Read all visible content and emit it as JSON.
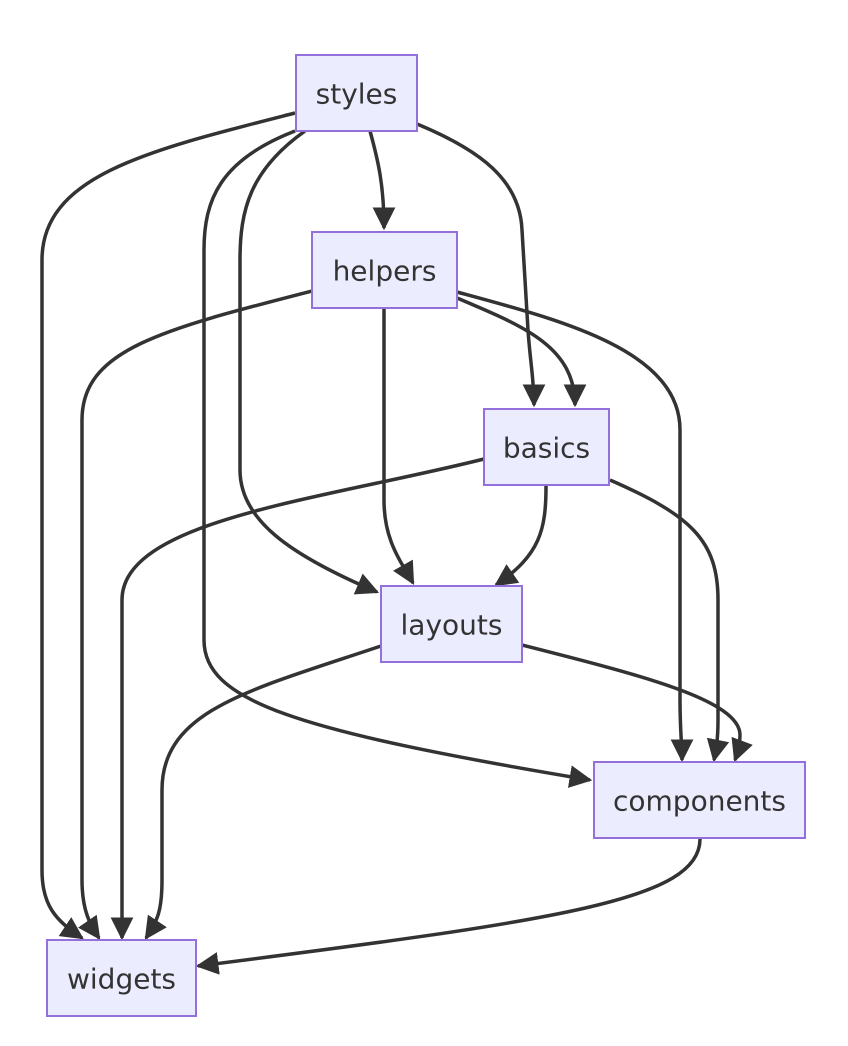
{
  "colors": {
    "node_fill": "#ececff",
    "node_border": "#9370db",
    "edge": "#333333",
    "text": "#333333",
    "background": "#ffffff"
  },
  "nodes": {
    "styles": "styles",
    "helpers": "helpers",
    "basics": "basics",
    "layouts": "layouts",
    "components": "components",
    "widgets": "widgets"
  },
  "edges": [
    {
      "from": "styles",
      "to": "helpers"
    },
    {
      "from": "styles",
      "to": "basics"
    },
    {
      "from": "styles",
      "to": "layouts"
    },
    {
      "from": "styles",
      "to": "components"
    },
    {
      "from": "styles",
      "to": "widgets"
    },
    {
      "from": "helpers",
      "to": "basics"
    },
    {
      "from": "helpers",
      "to": "layouts"
    },
    {
      "from": "helpers",
      "to": "components"
    },
    {
      "from": "helpers",
      "to": "widgets"
    },
    {
      "from": "basics",
      "to": "layouts"
    },
    {
      "from": "basics",
      "to": "components"
    },
    {
      "from": "basics",
      "to": "widgets"
    },
    {
      "from": "layouts",
      "to": "components"
    },
    {
      "from": "layouts",
      "to": "widgets"
    },
    {
      "from": "components",
      "to": "widgets"
    }
  ]
}
